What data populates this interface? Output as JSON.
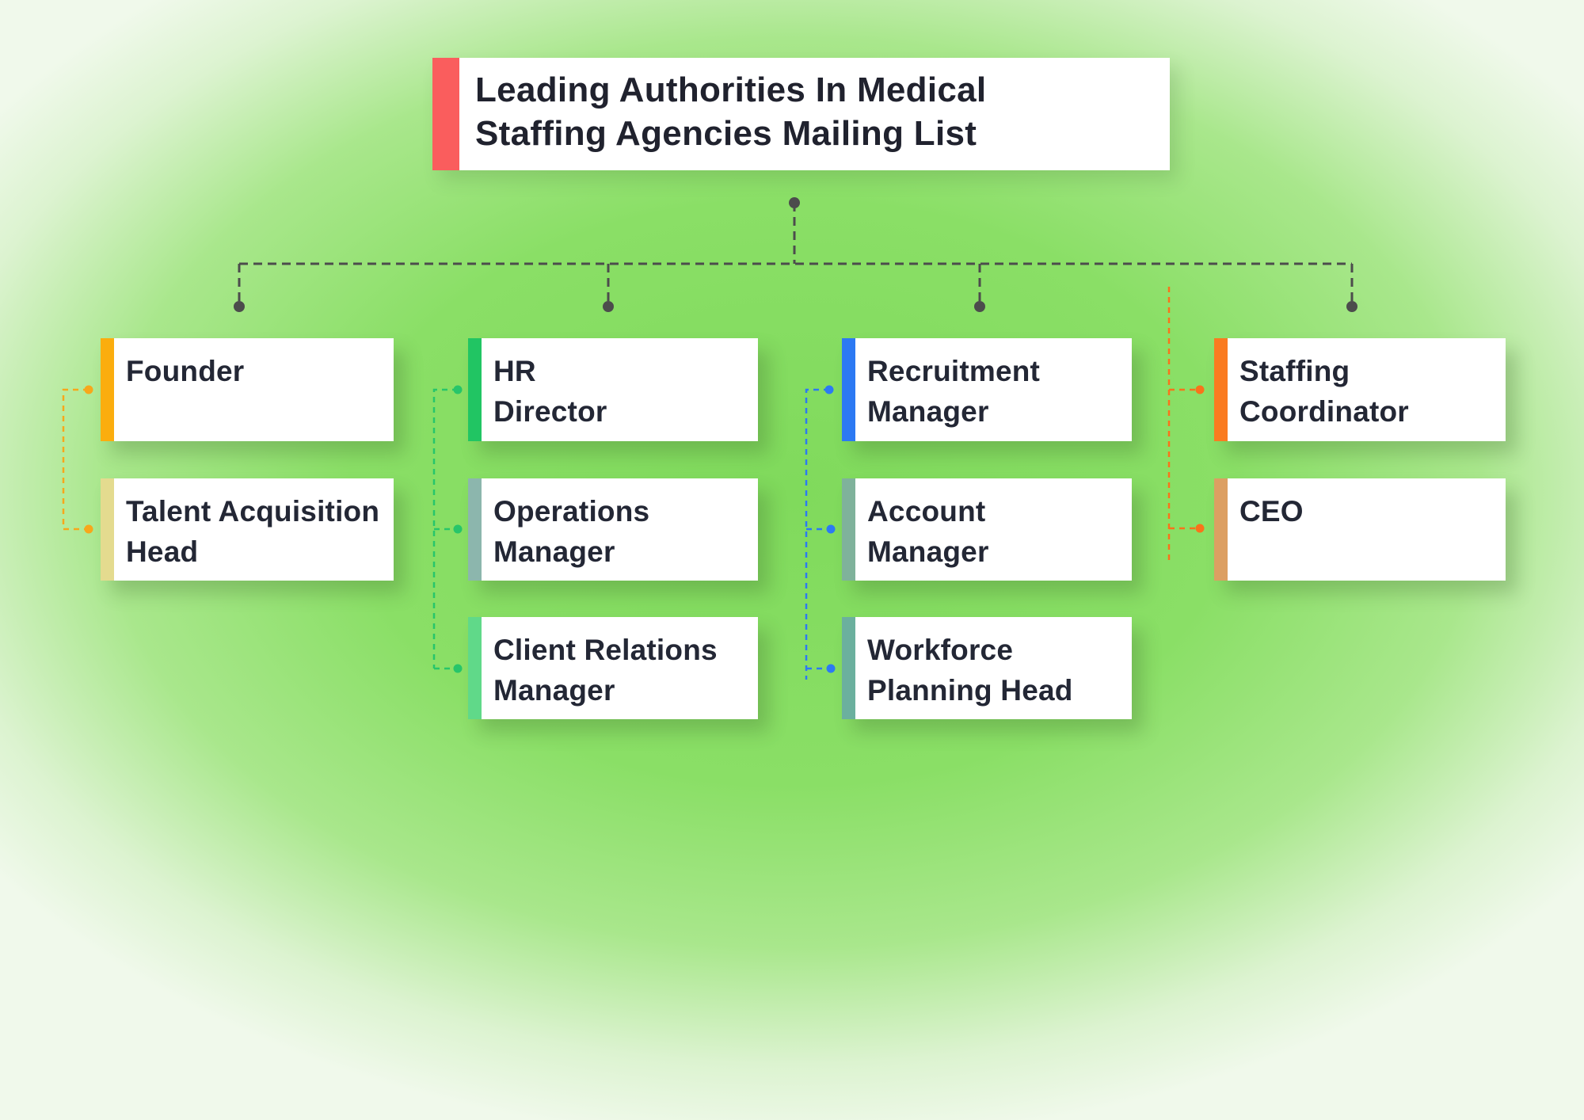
{
  "title": {
    "text": "Leading Authorities In Medical\nStaffing Agencies Mailing List",
    "accent_color": "#FA5D5D"
  },
  "boxes": [
    {
      "id": "founder",
      "label": "Founder",
      "accent_color": "#FBAD0E"
    },
    {
      "id": "talent-acquisition-head",
      "label": "Talent Acquisition\nHead",
      "accent_color": "#E4DB8F"
    },
    {
      "id": "hr-director",
      "label": "HR\nDirector",
      "accent_color": "#21C563"
    },
    {
      "id": "operations-manager",
      "label": "Operations\nManager",
      "accent_color": "#8CB6AD"
    },
    {
      "id": "client-relations-manager",
      "label": "Client Relations\nManager",
      "accent_color": "#60D989"
    },
    {
      "id": "recruitment-manager",
      "label": "Recruitment\nManager",
      "accent_color": "#2C79F3"
    },
    {
      "id": "account-manager",
      "label": "Account\nManager",
      "accent_color": "#7FB29B"
    },
    {
      "id": "workforce-planning-head",
      "label": "Workforce\nPlanning Head",
      "accent_color": "#6BB09E"
    },
    {
      "id": "staffing-coordinator",
      "label": "Staffing\nCoordinator",
      "accent_color": "#FA7B20"
    },
    {
      "id": "ceo",
      "label": "CEO",
      "accent_color": "#DC9F62"
    }
  ],
  "connector_colors": {
    "trunk": "#4C4C4C",
    "column_1": "#F7A71B",
    "column_2": "#27C56A",
    "column_3": "#2C79F3",
    "column_4": "#F9731A"
  }
}
